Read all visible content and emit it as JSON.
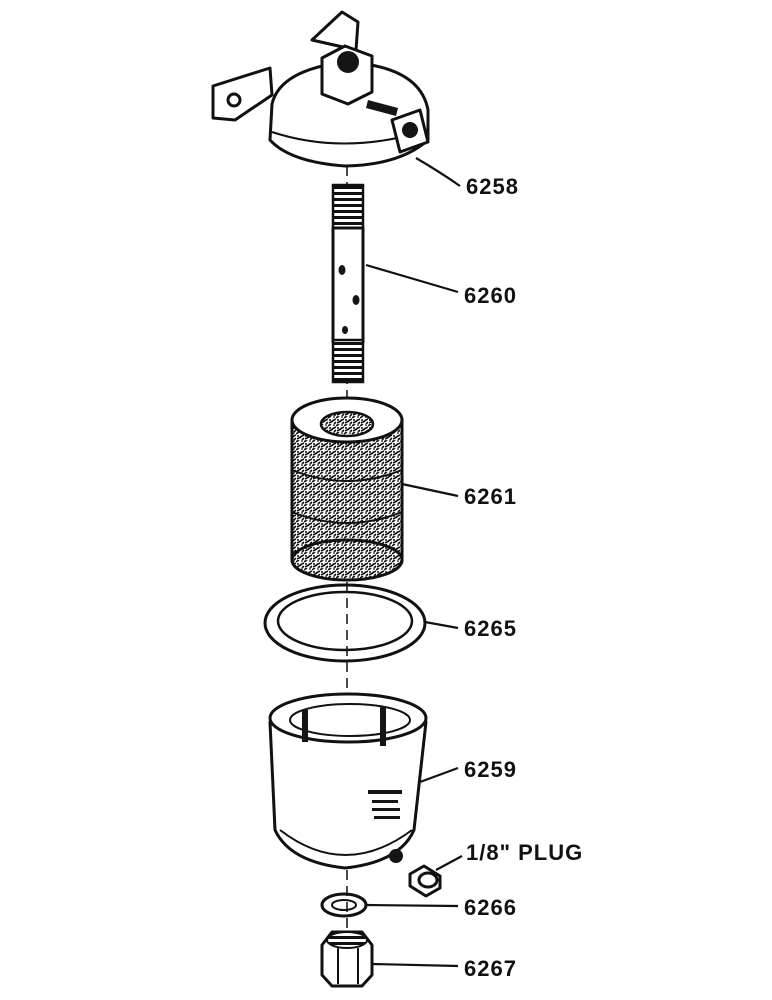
{
  "callouts": {
    "c6258": "6258",
    "c6260": "6260",
    "c6261": "6261",
    "c6265": "6265",
    "c6259": "6259",
    "plug": "1/8\" PLUG",
    "c6266": "6266",
    "c6267": "6267"
  },
  "colors": {
    "ink": "#111111",
    "paper": "#ffffff"
  }
}
